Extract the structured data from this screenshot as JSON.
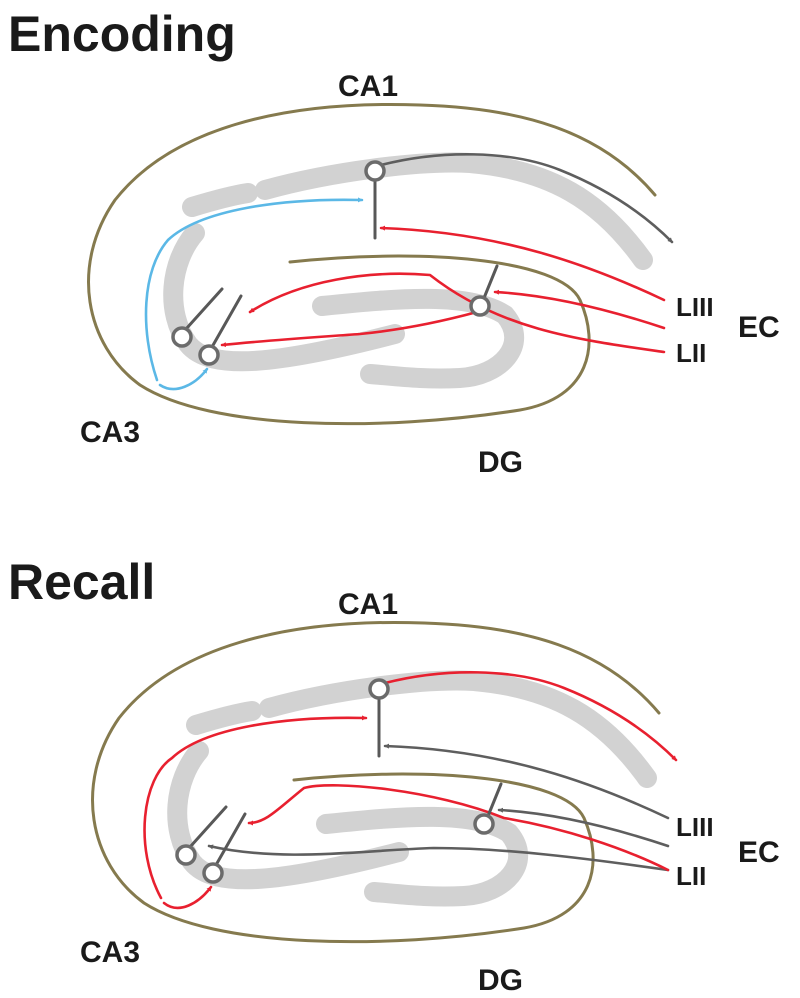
{
  "colors": {
    "excitatory_active": "#e8202f",
    "inactive": "#5e5e5e",
    "recurrent_encoding": "#5bb8e6",
    "outline": "#857a4e",
    "cell_layer": "#d2d2d2"
  },
  "panels": [
    {
      "title": "Encoding",
      "labels": {
        "ca1": "CA1",
        "ca3": "CA3",
        "dg": "DG",
        "ec": "EC",
        "l3": "LIII",
        "l2": "LII"
      }
    },
    {
      "title": "Recall",
      "labels": {
        "ca1": "CA1",
        "ca3": "CA3",
        "dg": "DG",
        "ec": "EC",
        "l3": "LIII",
        "l2": "LII"
      }
    }
  ]
}
